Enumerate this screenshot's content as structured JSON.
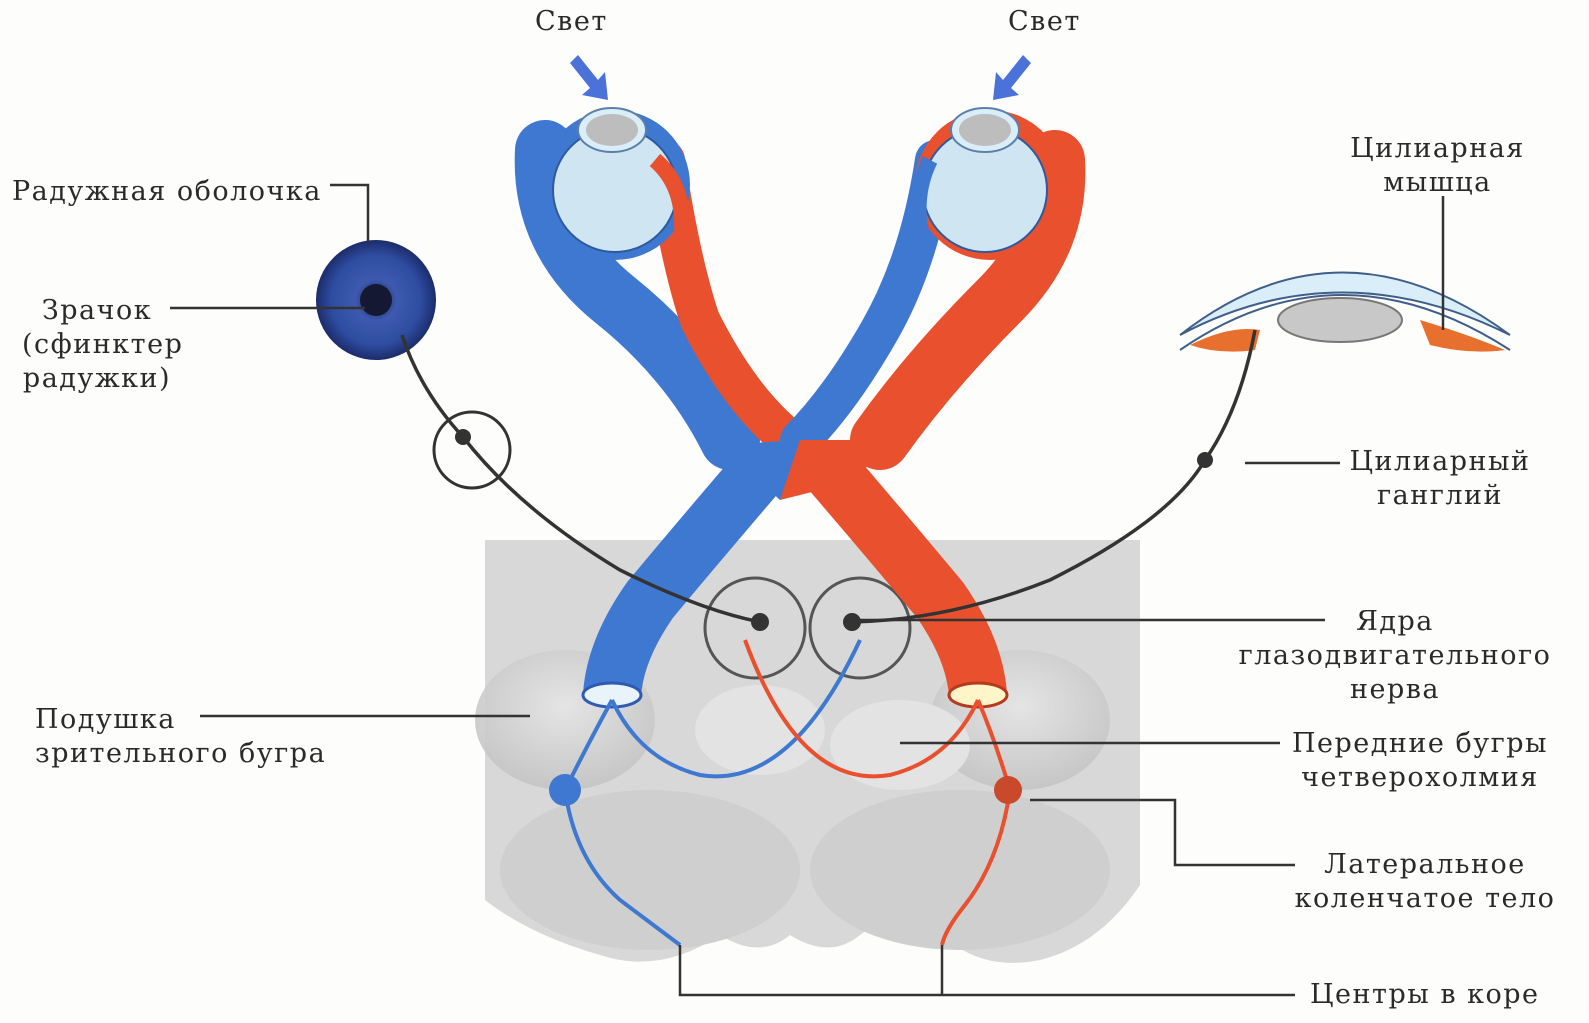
{
  "labels": {
    "light_left": "Свет",
    "light_right": "Свет",
    "iris": "Радужная оболочка",
    "pupil": [
      "Зрачок",
      "(сфинктер",
      "радужки)"
    ],
    "ciliary_muscle": [
      "Цилиарная",
      "мышца"
    ],
    "ciliary_ganglion": [
      "Цилиарный",
      "ганглий"
    ],
    "oculomotor_nuclei": [
      "Ядра",
      "глазодвигательного",
      "нерва"
    ],
    "pulvinar": [
      "Подушка",
      "зрительного бугра"
    ],
    "superior_colliculi": [
      "Передние бугры",
      "четверохолмия"
    ],
    "lgn": [
      "Латеральное",
      "коленчатое тело"
    ],
    "cortex_centers": "Центры в коре"
  },
  "colors": {
    "left_pathway": "#3f78d0",
    "right_pathway": "#e8502e",
    "nerve_line": "#333333",
    "brain_block": "#d6d6d6",
    "eye_fill": "#cfe6f2",
    "light_arrow": "#4a72d8"
  }
}
